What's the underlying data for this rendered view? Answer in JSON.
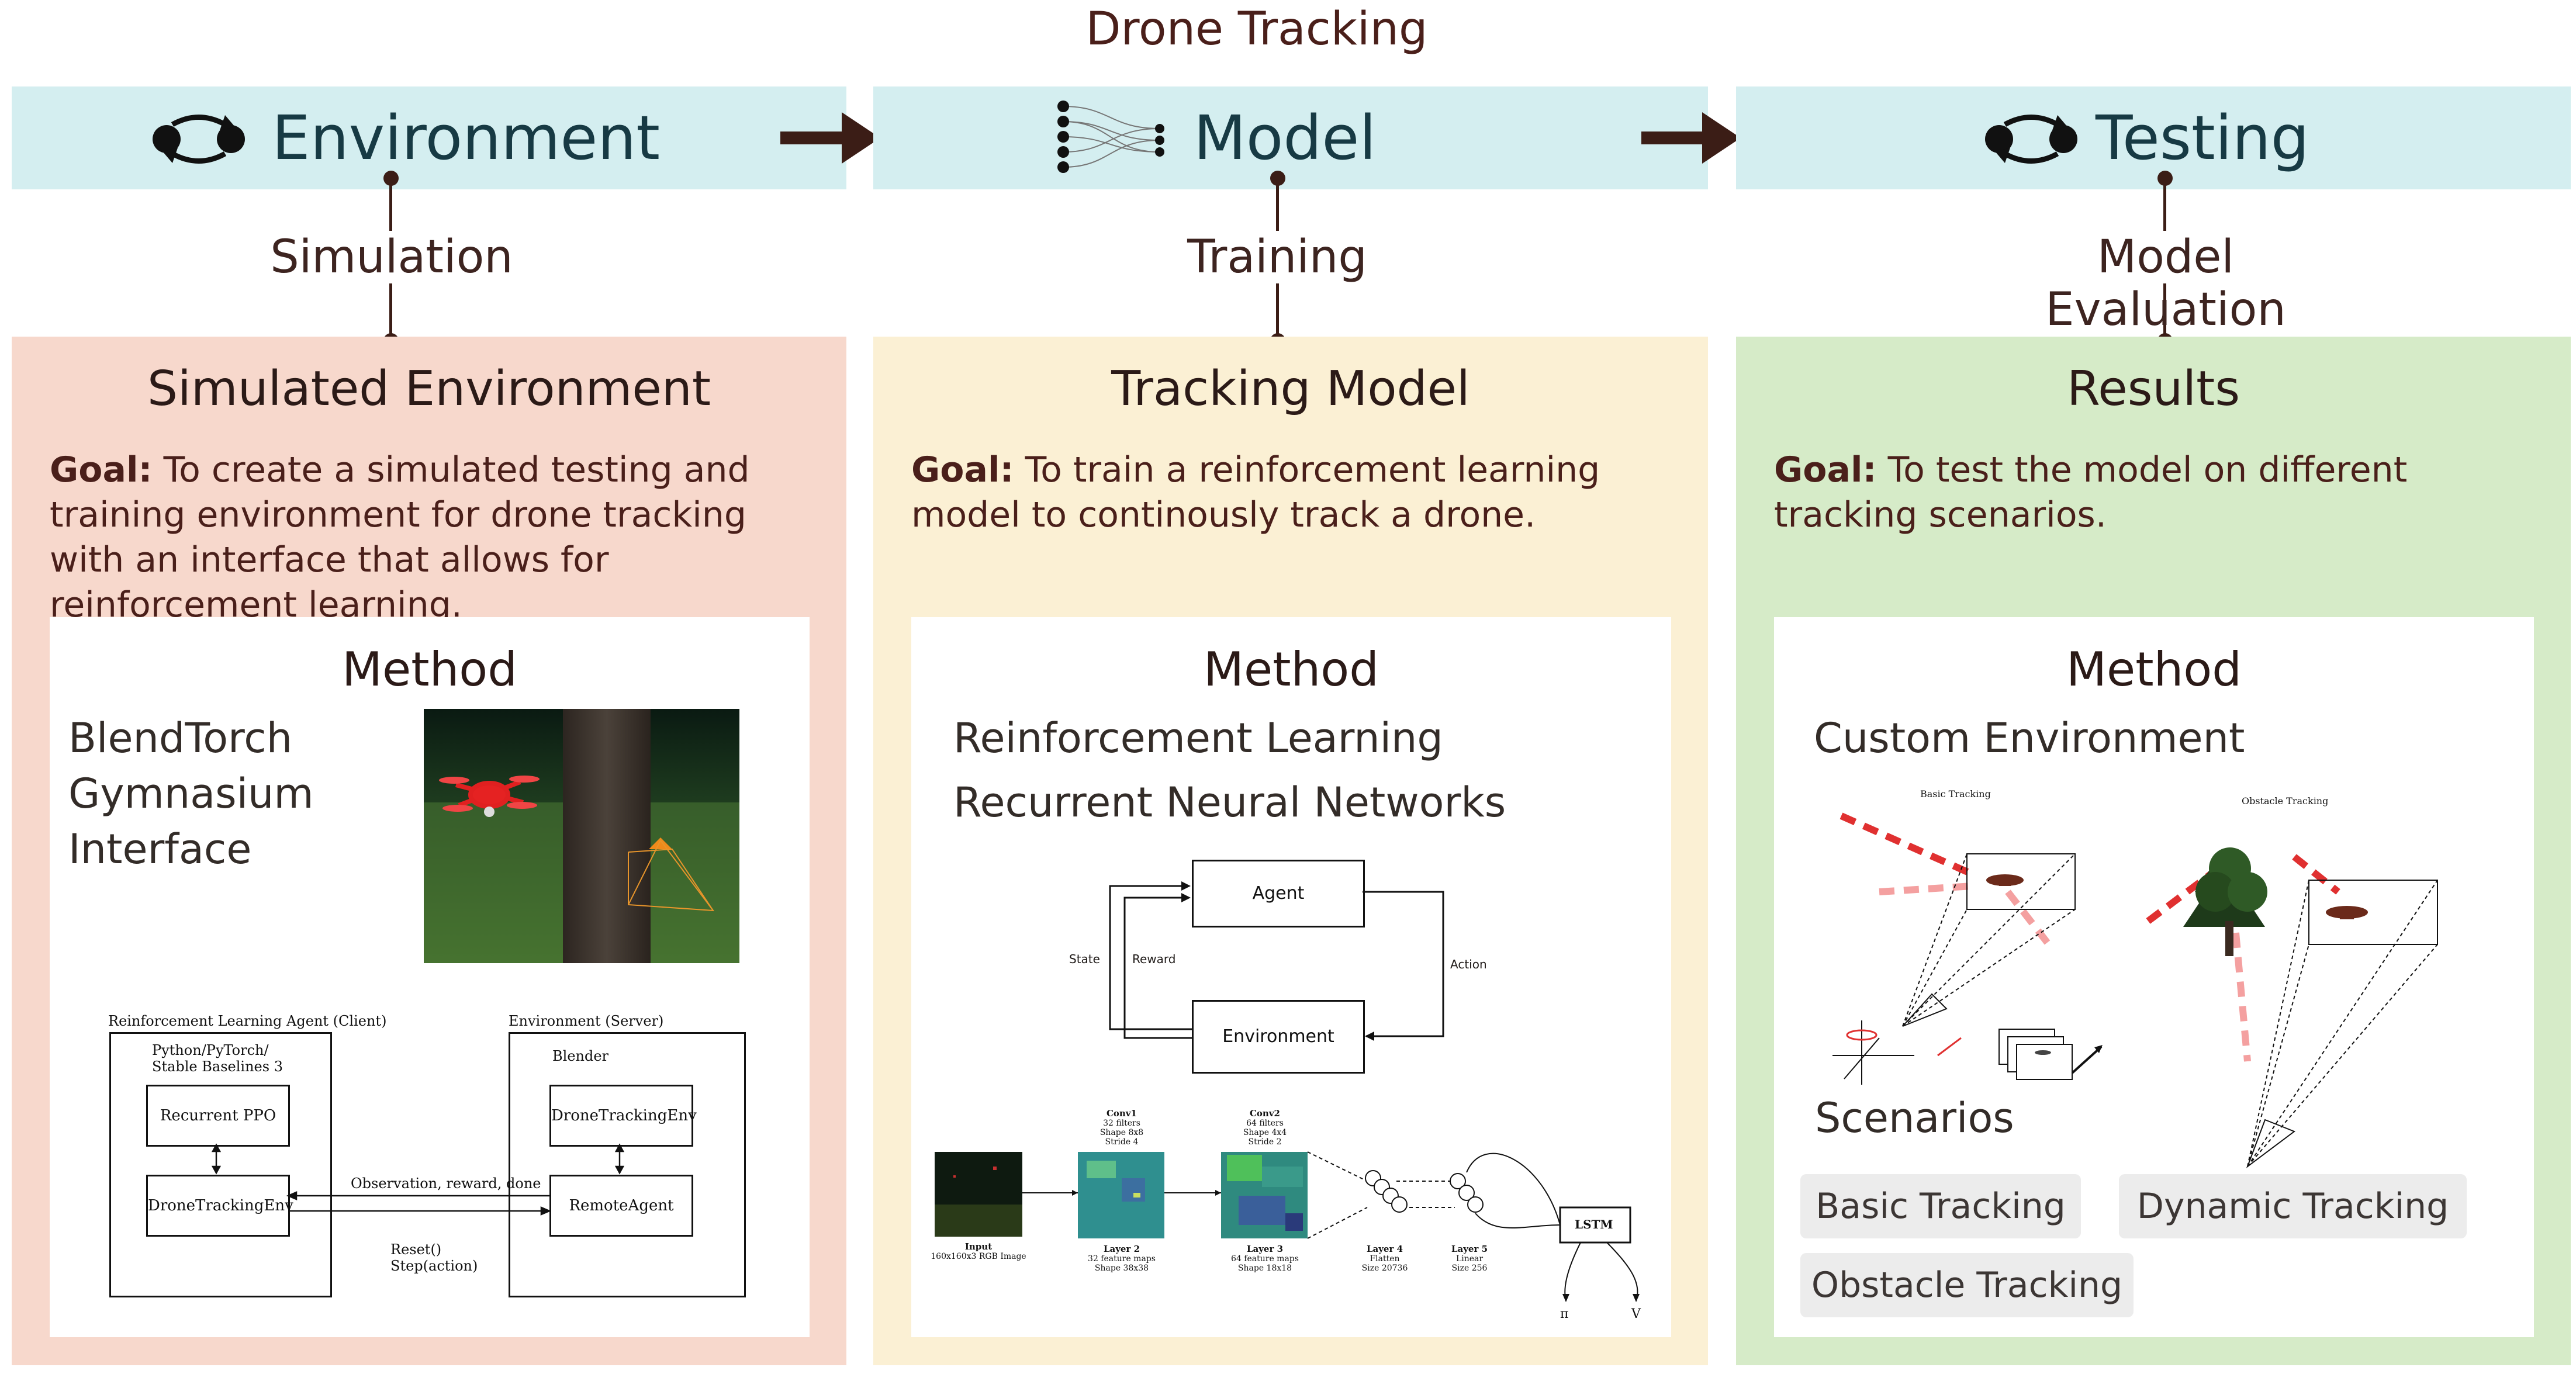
{
  "title": "Drone Tracking",
  "steps": [
    {
      "label": "Environment",
      "stage": "Simulation"
    },
    {
      "label": "Model",
      "stage": "Training"
    },
    {
      "label": "Testing",
      "stage": "Model Evaluation"
    }
  ],
  "panels": {
    "env": {
      "title": "Simulated Environment",
      "goal_label": "Goal:",
      "goal_text": "To create a simulated testing and training environment for drone tracking with an interface that allows for reinforcement learning.",
      "method_title": "Method",
      "items": [
        "BlendTorch",
        "Gymnasium",
        "Interface"
      ],
      "arch": {
        "client_title": "Reinforcement Learning Agent (Client)",
        "client_sub1": "Python/PyTorch/",
        "client_sub2": "Stable Baselines 3",
        "server_title": "Environment (Server)",
        "server_sub": "Blender",
        "box_ppo": "Recurrent PPO",
        "box_client_env": "DroneTrackingEnv",
        "box_server_env": "DroneTrackingEnv",
        "box_remote": "RemoteAgent",
        "msg_obs": "Observation, reward, done",
        "msg_reset": "Reset()",
        "msg_step": "Step(action)"
      }
    },
    "model": {
      "title": "Tracking Model",
      "goal_label": "Goal:",
      "goal_text": "To train a reinforcement learning model to continously track a drone.",
      "method_title": "Method",
      "items": [
        "Reinforcement Learning",
        "Recurrent Neural Networks"
      ],
      "rl": {
        "agent": "Agent",
        "environment": "Environment",
        "state": "State",
        "reward": "Reward",
        "action": "Action"
      },
      "net": {
        "input_title": "Input",
        "input_sub": "160x160x3 RGB Image",
        "conv1_title": "Conv1",
        "conv1_l1": "32 filters",
        "conv1_l2": "Shape 8x8",
        "conv1_l3": "Stride 4",
        "layer2_title": "Layer 2",
        "layer2_l1": "32 feature maps",
        "layer2_l2": "Shape 38x38",
        "conv2_title": "Conv2",
        "conv2_l1": "64 filters",
        "conv2_l2": "Shape 4x4",
        "conv2_l3": "Stride 2",
        "layer3_title": "Layer 3",
        "layer3_l1": "64 feature maps",
        "layer3_l2": "Shape 18x18",
        "layer4_title": "Layer 4",
        "layer4_l1": "Flatten",
        "layer4_l2": "Size 20736",
        "layer5_title": "Layer 5",
        "layer5_l1": "Linear",
        "layer5_l2": "Size 256",
        "lstm": "LSTM",
        "out_pi": "π",
        "out_v": "V"
      }
    },
    "test": {
      "title": "Results",
      "goal_label": "Goal:",
      "goal_text": "To test the model on different tracking scenarios.",
      "method_title": "Method",
      "custom_env": "Custom Environment",
      "basic_caption": "Basic Tracking",
      "obstacle_caption": "Obstacle Tracking",
      "scenarios_title": "Scenarios",
      "scenarios": [
        "Basic Tracking",
        "Dynamic Tracking",
        "Obstacle Tracking"
      ]
    }
  }
}
